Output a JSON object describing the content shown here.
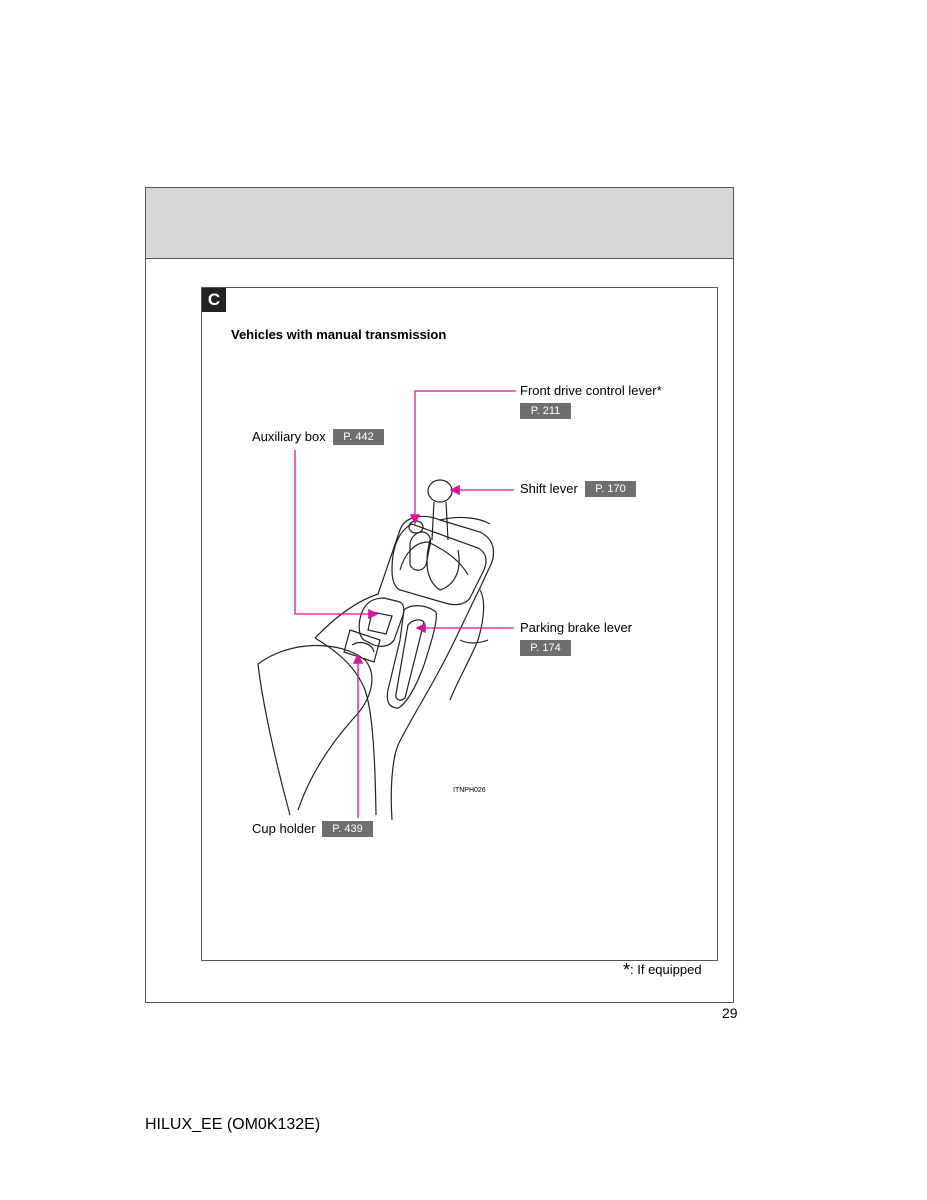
{
  "section": {
    "badge": "C",
    "subtitle": "Vehicles with manual transmission"
  },
  "callouts": {
    "front_drive": {
      "label": "Front drive control lever",
      "asterisk": "*",
      "ref": "P. 211"
    },
    "auxiliary_box": {
      "label": "Auxiliary box",
      "ref": "P. 442"
    },
    "shift_lever": {
      "label": "Shift lever",
      "ref": "P. 170"
    },
    "parking_brake": {
      "label": "Parking brake lever",
      "ref": "P. 174"
    },
    "cup_holder": {
      "label": "Cup holder",
      "ref": "P. 439"
    }
  },
  "figure_code": "ITNPH026",
  "footnote": {
    "symbol": "*",
    "text": ": If equipped"
  },
  "page_number": "29",
  "document_code": "HILUX_EE (OM0K132E)",
  "colors": {
    "leader_line": "#d9139a",
    "ref_box": "#6e6e6e",
    "header_band": "#d7d7d7"
  }
}
